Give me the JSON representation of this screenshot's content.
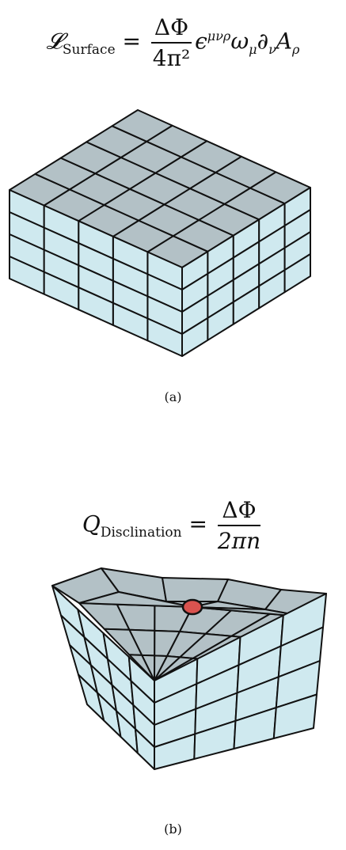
{
  "panel_a": {
    "equation": {
      "lhs_symbol": "𝓛",
      "lhs_subscript": "Surface",
      "equals": "=",
      "frac_num": "ΔΦ",
      "frac_den": "4π²",
      "rest": "ϵ",
      "rest_sup": "μνρ",
      "omega": "ω",
      "omega_sub": "μ",
      "partial": "∂",
      "partial_sub": "ν",
      "A": "A",
      "A_sub": "ρ"
    },
    "caption": "(a)"
  },
  "panel_b": {
    "equation": {
      "lhs_symbol": "Q",
      "lhs_subscript": "Disclination",
      "equals": "=",
      "frac_num": "ΔΦ",
      "frac_den": "2πn"
    },
    "caption": "(b)"
  },
  "colors": {
    "top_face": "#b3c1c6",
    "side_face": "#cfe9ef",
    "edge": "#111111",
    "defect": "#d9534f"
  }
}
